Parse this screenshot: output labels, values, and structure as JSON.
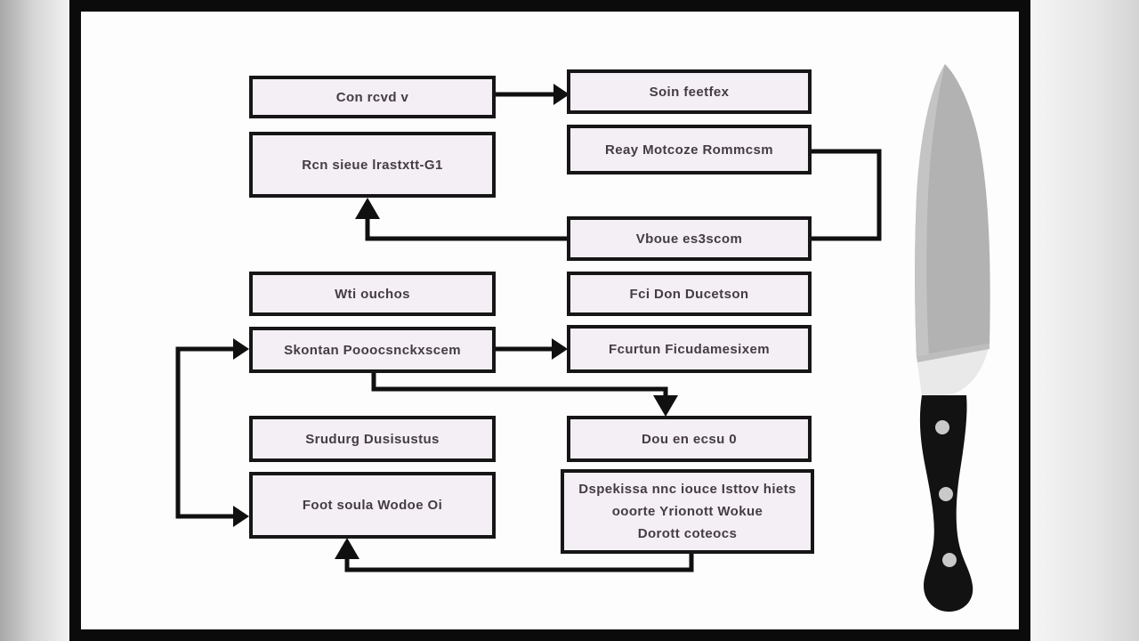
{
  "scene": {
    "background_color": "#e9e9e9",
    "card_color": "#fdfdfd",
    "frame_color": "#0b0b0b"
  },
  "flowchart": {
    "box_fill": "#f4eef5",
    "box_border": "#161616",
    "text_color": "#453c44",
    "connector_color": "#101010",
    "boxes": {
      "l1": {
        "label": "Con rcvd v"
      },
      "l2": {
        "label": "Rcn sieue lrastxtt-G1"
      },
      "l3": {
        "label": "Wti ouchos"
      },
      "l4": {
        "label": "Skontan Pooocsnckxscem"
      },
      "l5": {
        "label": "Srudurg Dusisustus"
      },
      "l6": {
        "label": "Foot soula Wodoe Oi"
      },
      "r1": {
        "label": "Soin feetfex"
      },
      "r2": {
        "label": "Reay Motcoze Rommcsm"
      },
      "r3": {
        "label": "Vboue es3scom"
      },
      "r4": {
        "label": "Fci Don Ducetson"
      },
      "r5": {
        "label": "Fcurtun Ficudamesixem"
      },
      "r6": {
        "label": "Dou en ecsu 0"
      },
      "r7": {
        "line1": "Dspekissa nnc iouce Isttov hiets",
        "line2": "ooorte Yrionott Wokue",
        "line3": "Dorott coteocs"
      }
    }
  },
  "illustration": {
    "name": "chef-knife",
    "blade_color": "#b2b2b2",
    "bolster_color": "#e9e9e9",
    "handle_color": "#121212",
    "rivet_color": "#c9c9c9"
  }
}
